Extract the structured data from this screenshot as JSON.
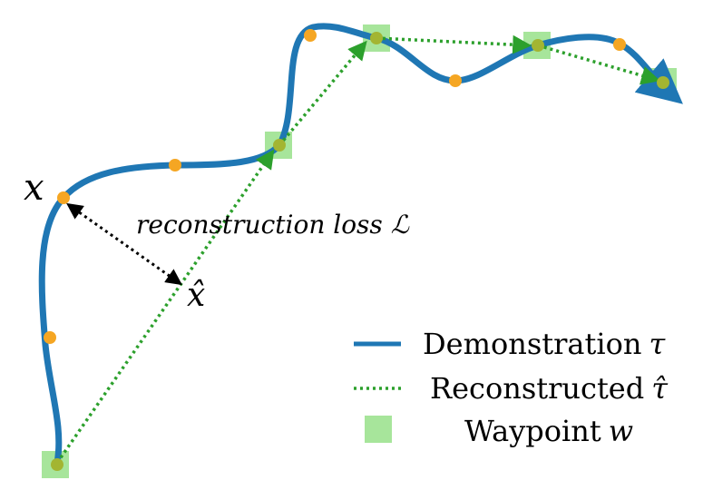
{
  "labels": {
    "x": "x",
    "x_hat": "x̂",
    "loss": "reconstruction loss ℒ"
  },
  "legend": {
    "demonstration": "Demonstration",
    "demonstration_symbol": "τ",
    "reconstructed": "Reconstructed",
    "reconstructed_symbol": "τ̂",
    "waypoint": "Waypoint",
    "waypoint_symbol": "w"
  },
  "colors": {
    "demonstration": "#1f77b4",
    "reconstructed": "#2ca02c",
    "sample": "#f5a623",
    "waypoint": "#98e08a",
    "loss_arrow": "#000000"
  }
}
